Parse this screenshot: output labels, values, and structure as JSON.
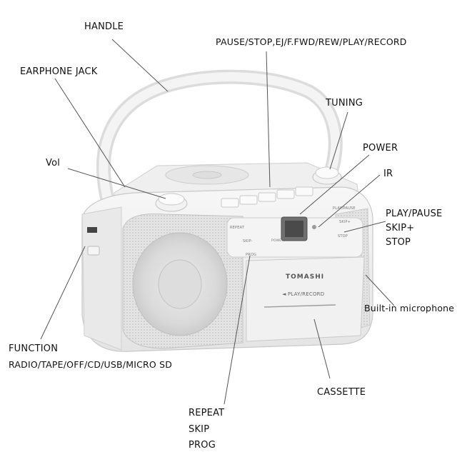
{
  "labels": {
    "handle": "HANDLE",
    "pause_stop": "PAUSE/STOP,EJ/F.FWD/REW/PLAY/RECORD",
    "earphone": "EARPHONE JACK",
    "tuning": "TUNING",
    "power": "POWER",
    "vol": "Vol",
    "ir": "IR",
    "play_pause": "PLAY/PAUSE",
    "skip_plus": "SKIP+",
    "stop": "STOP",
    "microphone": "Built-in microphone",
    "function_title": "FUNCTION",
    "function_modes": "RADIO/TAPE/OFF/CD/USB/MICRO SD",
    "cassette": "CASSETTE",
    "repeat": "REPEAT",
    "skip": "SKIP",
    "prog": "PROG"
  },
  "device": {
    "brand": "TOMASHI",
    "play_record": "◄ PLAY/RECORD",
    "repeat_btn": "REPEAT",
    "skip_btn": "SKIP-",
    "prog_btn": "PROG",
    "play_pause_btn": "PLAY/PAUSE",
    "skip_plus_btn": "SKIP+",
    "stop_btn": "STOP",
    "power_btn": "POWER"
  }
}
